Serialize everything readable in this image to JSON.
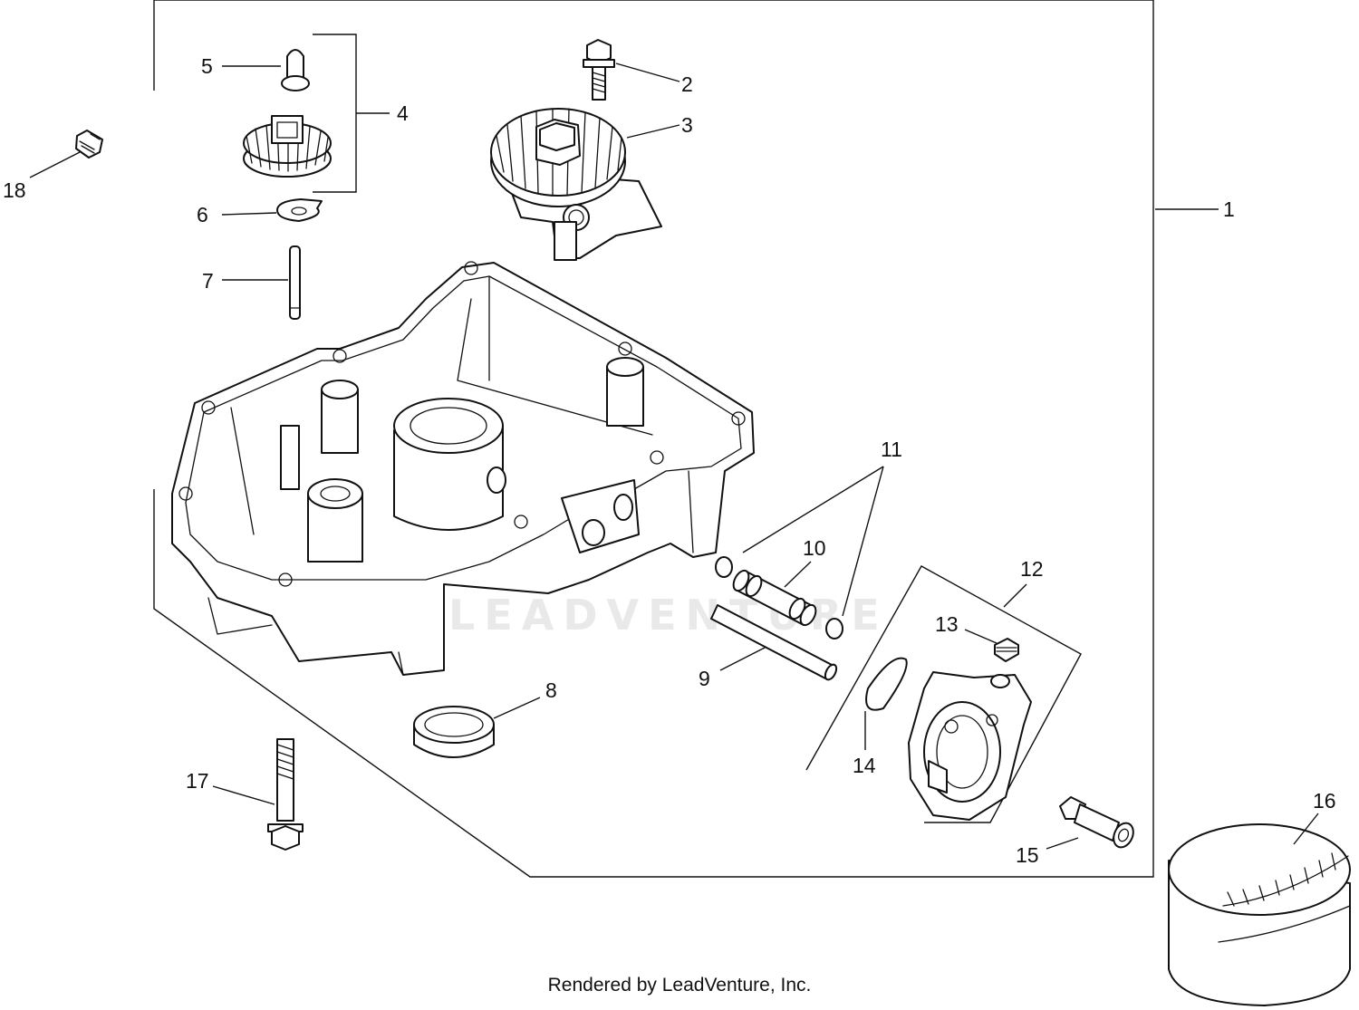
{
  "watermark_text": "LEADVENTURE",
  "credit_text": "Rendered by LeadVenture, Inc.",
  "callouts": {
    "c1": "1",
    "c2": "2",
    "c3": "3",
    "c4": "4",
    "c5": "5",
    "c6": "6",
    "c7": "7",
    "c8": "8",
    "c9": "9",
    "c10": "10",
    "c11": "11",
    "c12": "12",
    "c13": "13",
    "c14": "14",
    "c15": "15",
    "c16": "16",
    "c17": "17",
    "c18": "18"
  },
  "parts": [
    {
      "ref": "1",
      "name": "sump-assembly"
    },
    {
      "ref": "2",
      "name": "bolt"
    },
    {
      "ref": "3",
      "name": "oil-pump-gear"
    },
    {
      "ref": "4",
      "name": "governor-gear-assembly"
    },
    {
      "ref": "5",
      "name": "governor-cup"
    },
    {
      "ref": "6",
      "name": "washer"
    },
    {
      "ref": "7",
      "name": "shaft"
    },
    {
      "ref": "8",
      "name": "seal"
    },
    {
      "ref": "9",
      "name": "tube"
    },
    {
      "ref": "10",
      "name": "pipe"
    },
    {
      "ref": "11",
      "name": "o-rings"
    },
    {
      "ref": "12",
      "name": "oil-filter-adapter"
    },
    {
      "ref": "13",
      "name": "plug"
    },
    {
      "ref": "14",
      "name": "gasket"
    },
    {
      "ref": "15",
      "name": "nipple"
    },
    {
      "ref": "16",
      "name": "oil-filter"
    },
    {
      "ref": "17",
      "name": "bolt"
    },
    {
      "ref": "18",
      "name": "plug"
    }
  ]
}
